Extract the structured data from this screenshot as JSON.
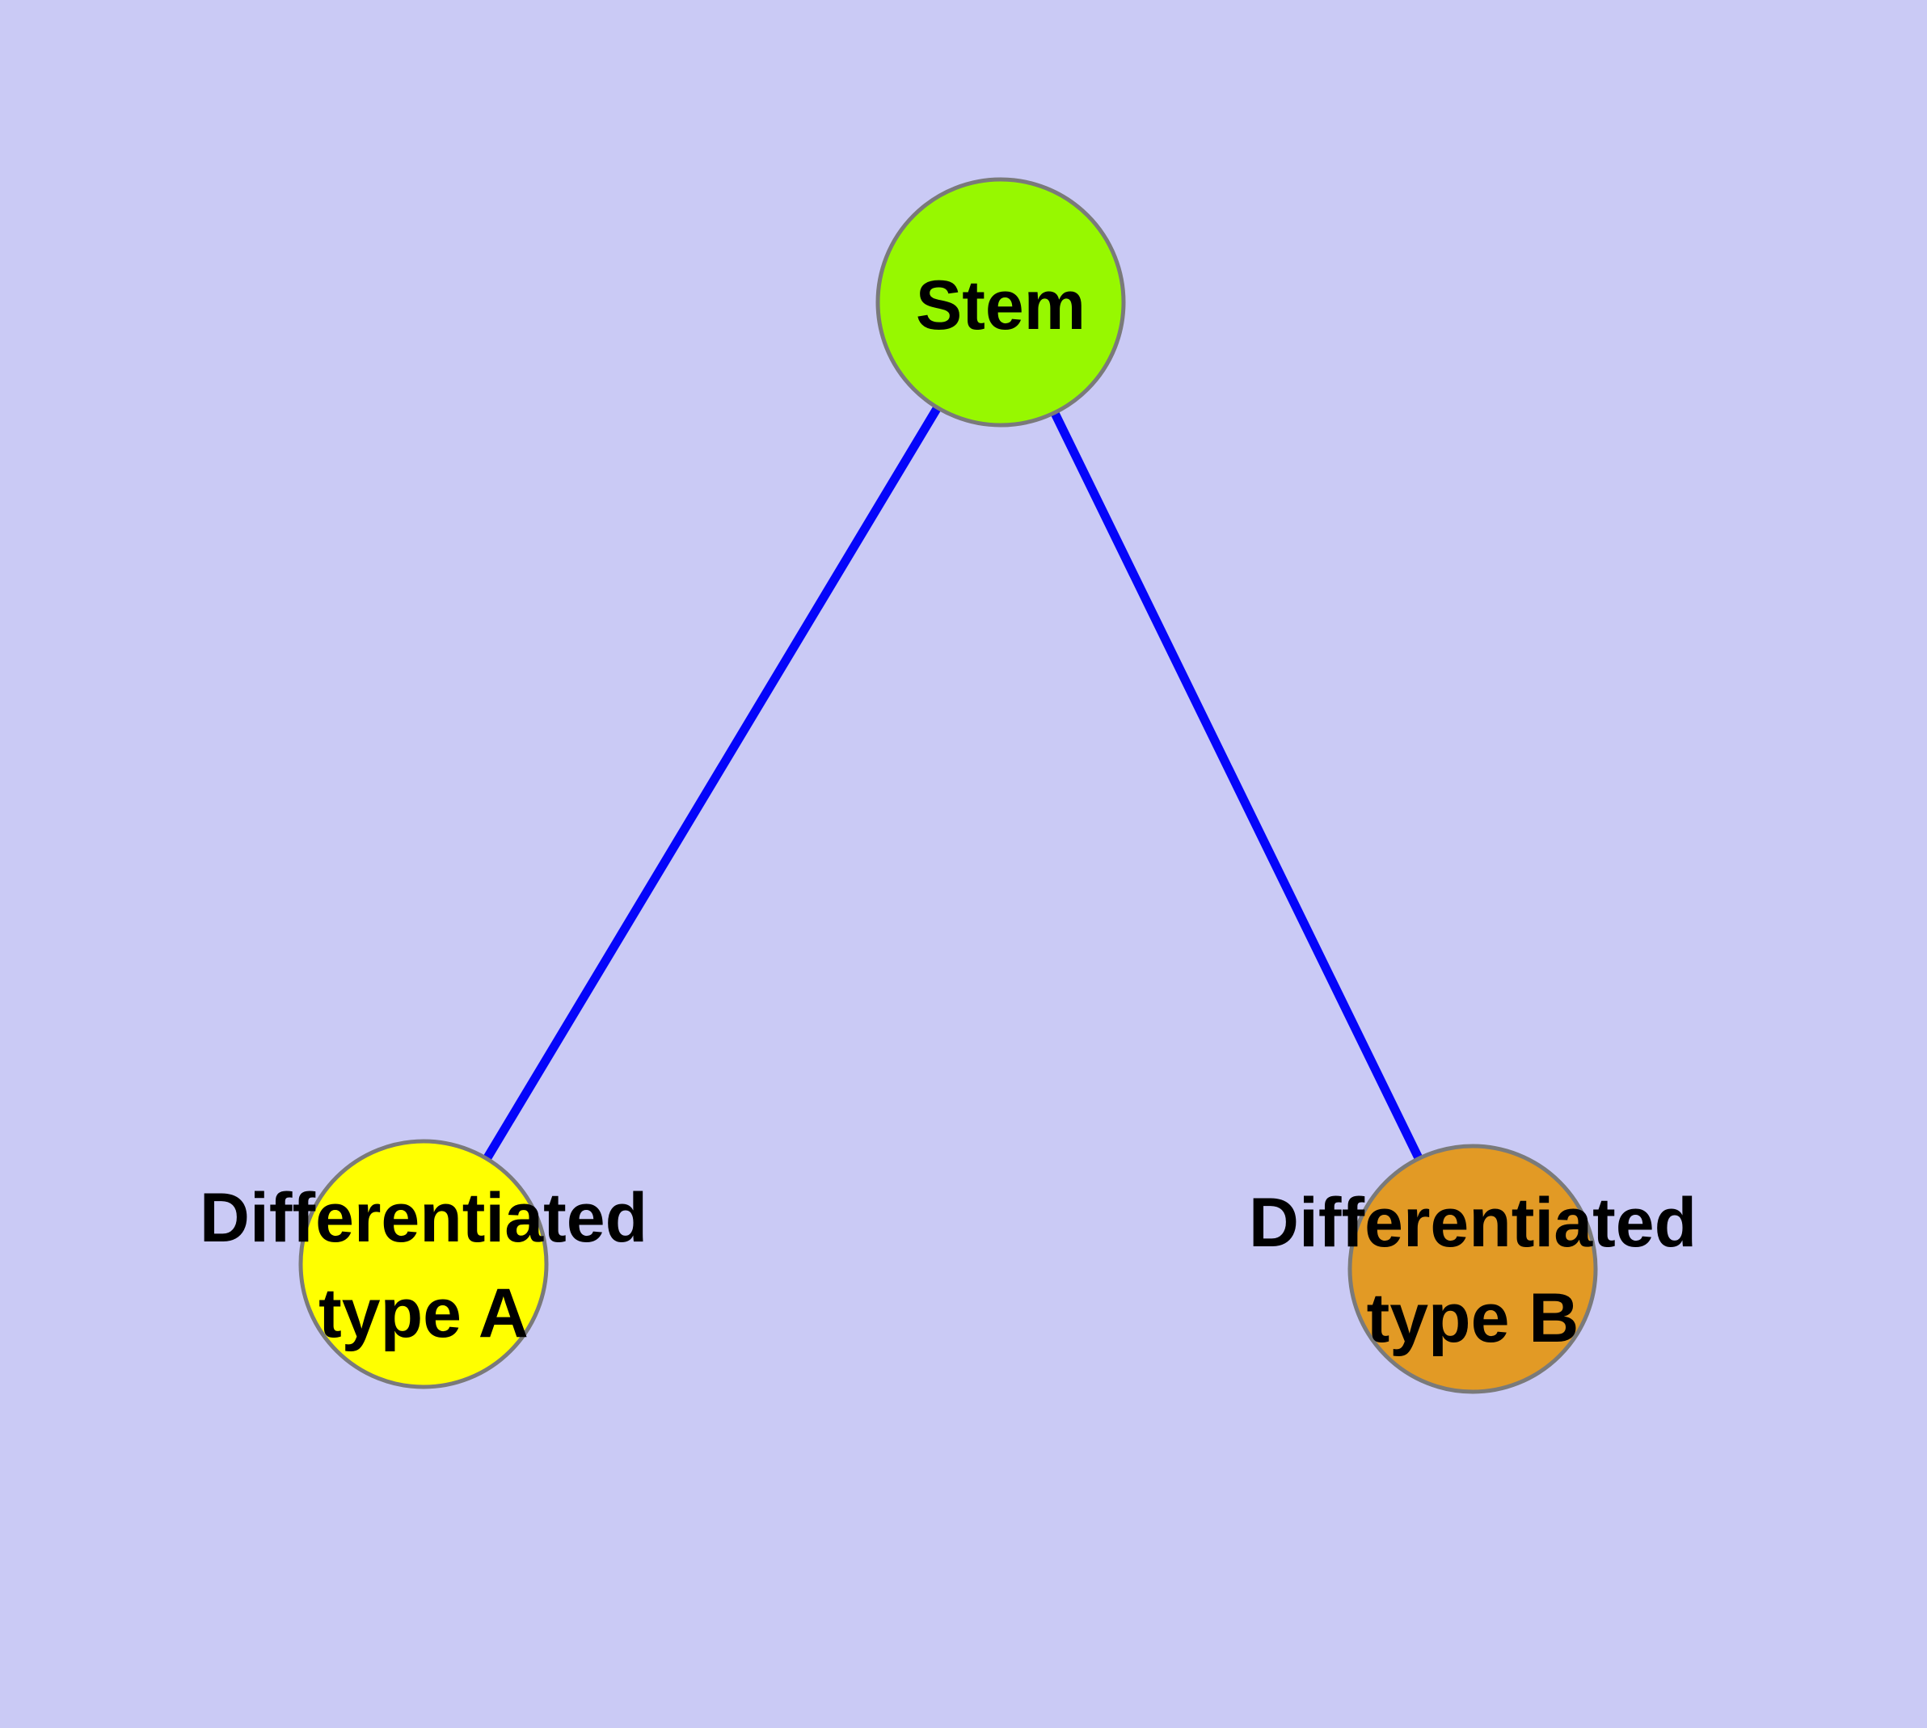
{
  "diagram": {
    "background_color": "#CACAF5",
    "edge_color": "#0505FA",
    "node_border_color": "#7A7A7A",
    "text_color": "#000000",
    "nodes": [
      {
        "id": "stem",
        "label": "Stem",
        "label_lines": [
          "Stem"
        ],
        "color": "#97F800",
        "shape": "circle"
      },
      {
        "id": "differentiated-type-a",
        "label": "Differentiated type A",
        "label_lines": [
          "Differentiated",
          "type A"
        ],
        "color": "#FFFF00",
        "shape": "circle"
      },
      {
        "id": "differentiated-type-b",
        "label": "Differentiated type B",
        "label_lines": [
          "Differentiated",
          "type B"
        ],
        "color": "#E29A25",
        "shape": "circle"
      }
    ],
    "edges": [
      {
        "from": "Stem",
        "to": "Differentiated type A"
      },
      {
        "from": "Stem",
        "to": "Differentiated type B"
      }
    ]
  }
}
